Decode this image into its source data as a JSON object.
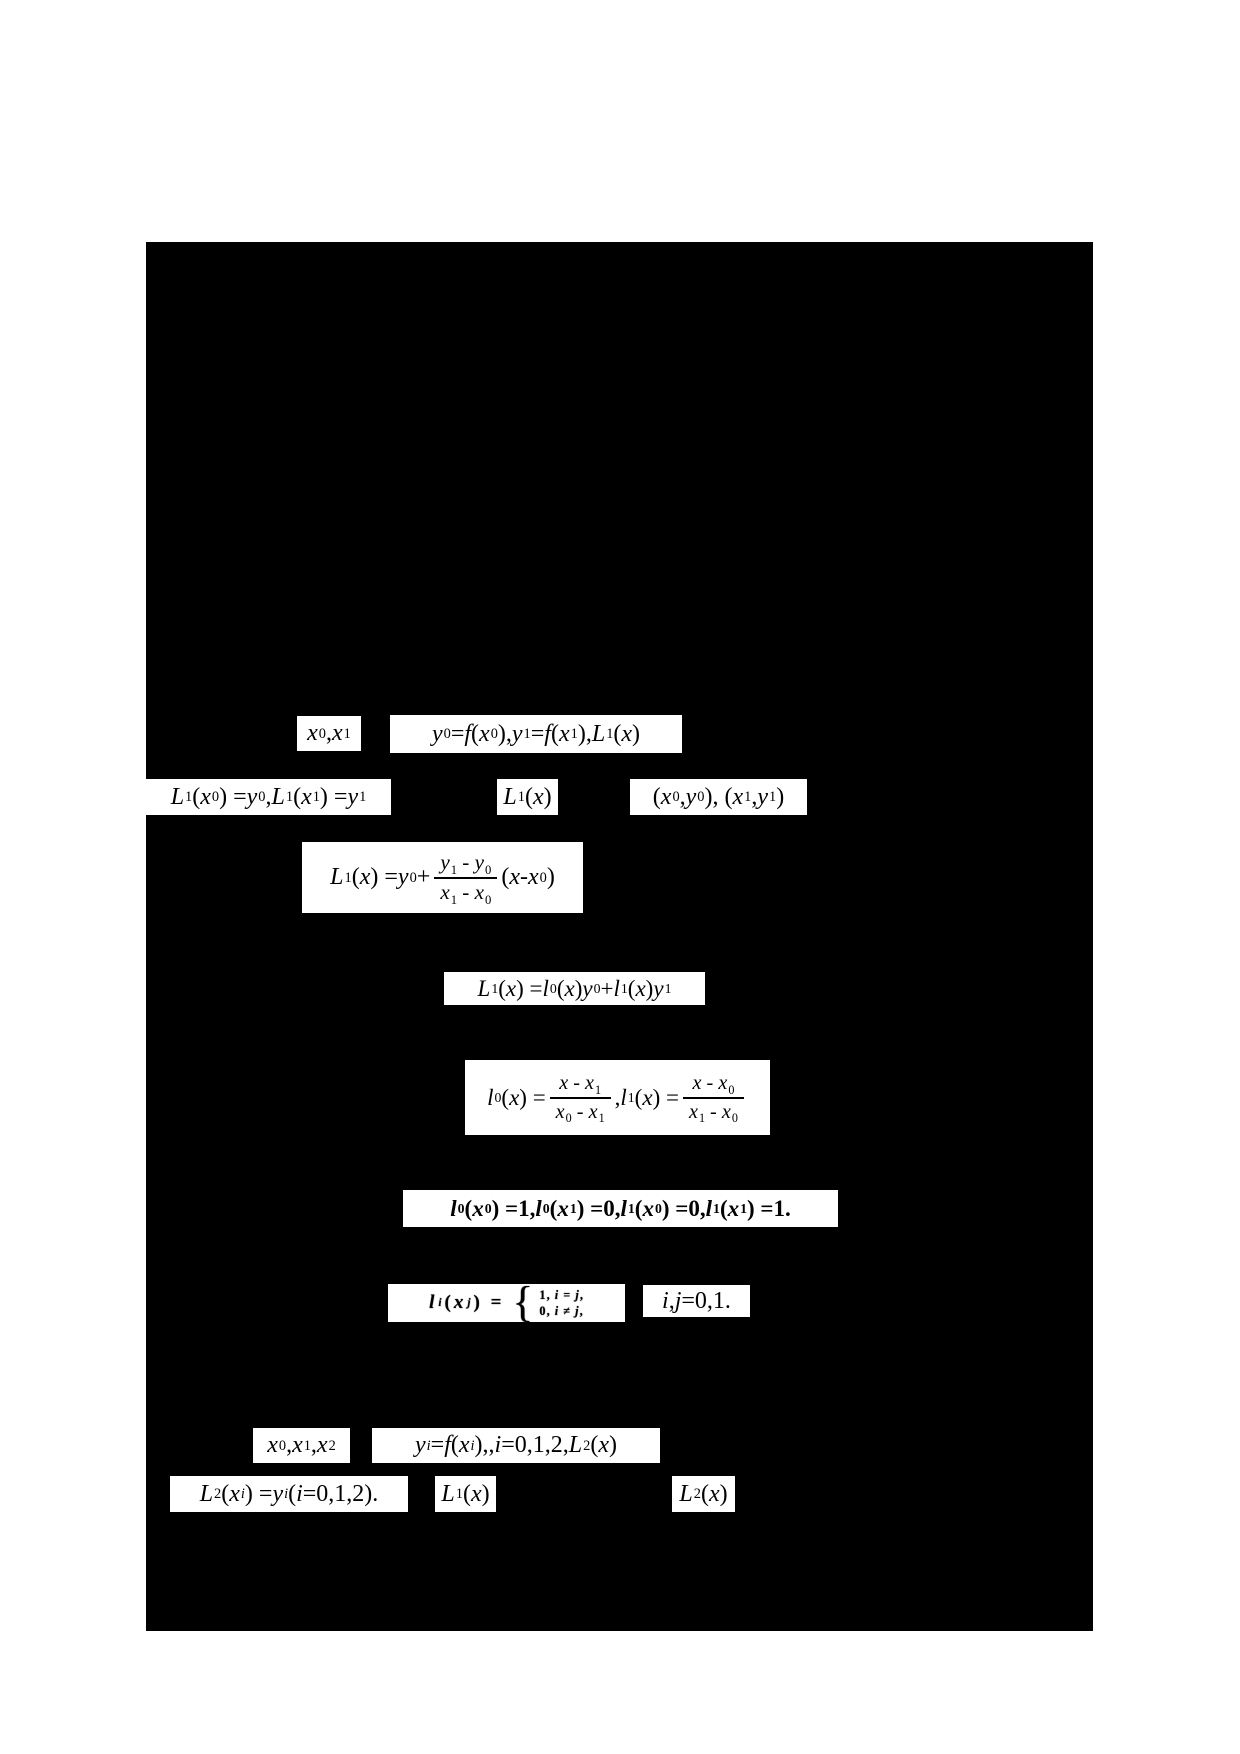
{
  "page": {
    "background_color": "#ffffff",
    "panel_color": "#000000",
    "formula_box_color": "#ffffff",
    "formula_text_color": "#000000"
  },
  "formulas": [
    {
      "name": "interpolation-nodes-x0-x1",
      "tokens": [
        [
          "v",
          "x"
        ],
        [
          "s",
          "0"
        ],
        [
          "t",
          ", "
        ],
        [
          "v",
          "x"
        ],
        [
          "s",
          "1"
        ]
      ]
    },
    {
      "name": "function-values-and-l1",
      "tokens": [
        [
          "v",
          "y"
        ],
        [
          "s",
          "0"
        ],
        [
          "t",
          " ="
        ],
        [
          "v",
          "f"
        ],
        [
          "t",
          "("
        ],
        [
          "v",
          "x"
        ],
        [
          "s",
          "0"
        ],
        [
          "t",
          "), "
        ],
        [
          "v",
          "y"
        ],
        [
          "s",
          "1"
        ],
        [
          "t",
          " ="
        ],
        [
          "v",
          "f"
        ],
        [
          "t",
          "("
        ],
        [
          "v",
          "x"
        ],
        [
          "s",
          "1"
        ],
        [
          "t",
          "), "
        ],
        [
          "v",
          "L"
        ],
        [
          "s",
          "1"
        ],
        [
          "t",
          "("
        ],
        [
          "v",
          "x"
        ],
        [
          "t",
          ")"
        ]
      ]
    },
    {
      "name": "l1-interpolation-conditions",
      "tokens": [
        [
          "v",
          "L"
        ],
        [
          "s",
          "1"
        ],
        [
          "t",
          "("
        ],
        [
          "v",
          "x"
        ],
        [
          "s",
          "0"
        ],
        [
          "t",
          ") = "
        ],
        [
          "v",
          "y"
        ],
        [
          "s",
          "0"
        ],
        [
          "t",
          ", "
        ],
        [
          "v",
          "L"
        ],
        [
          "s",
          "1"
        ],
        [
          "t",
          "("
        ],
        [
          "v",
          "x"
        ],
        [
          "s",
          "1"
        ],
        [
          "t",
          ") = "
        ],
        [
          "v",
          "y"
        ],
        [
          "s",
          "1"
        ]
      ]
    },
    {
      "name": "l1-symbol",
      "tokens": [
        [
          "v",
          "L"
        ],
        [
          "s",
          "1"
        ],
        [
          "t",
          "("
        ],
        [
          "v",
          "x"
        ],
        [
          "t",
          ")"
        ]
      ]
    },
    {
      "name": "data-points",
      "tokens": [
        [
          "t",
          "("
        ],
        [
          "v",
          "x"
        ],
        [
          "s",
          "0"
        ],
        [
          "t",
          ", "
        ],
        [
          "v",
          "y"
        ],
        [
          "s",
          "0"
        ],
        [
          "t",
          "), ("
        ],
        [
          "v",
          "x"
        ],
        [
          "s",
          "1"
        ],
        [
          "t",
          ", "
        ],
        [
          "v",
          "y"
        ],
        [
          "s",
          "1"
        ],
        [
          "t",
          ")"
        ]
      ]
    },
    {
      "name": "l1-point-slope-form",
      "tokens": [
        [
          "v",
          "L"
        ],
        [
          "s",
          "1"
        ],
        [
          "t",
          "("
        ],
        [
          "v",
          "x"
        ],
        [
          "t",
          ") = "
        ],
        [
          "v",
          "y"
        ],
        [
          "s",
          "0"
        ],
        [
          "t",
          " + "
        ],
        [
          "f",
          [
            [
              "v",
              "y"
            ],
            [
              "s",
              "1"
            ],
            [
              "t",
              " - "
            ],
            [
              "v",
              "y"
            ],
            [
              "s",
              "0"
            ]
          ],
          [
            [
              "v",
              "x"
            ],
            [
              "s",
              "1"
            ],
            [
              "t",
              " - "
            ],
            [
              "v",
              "x"
            ],
            [
              "s",
              "0"
            ]
          ]
        ],
        [
          "t",
          "("
        ],
        [
          "v",
          "x"
        ],
        [
          "t",
          " - "
        ],
        [
          "v",
          "x"
        ],
        [
          "s",
          "0"
        ],
        [
          "t",
          ")"
        ]
      ]
    },
    {
      "name": "l1-basis-combination",
      "tokens": [
        [
          "v",
          "L"
        ],
        [
          "s",
          "1"
        ],
        [
          "t",
          "("
        ],
        [
          "v",
          "x"
        ],
        [
          "t",
          ") ="
        ],
        [
          "v",
          "l"
        ],
        [
          "s",
          "0"
        ],
        [
          "t",
          "("
        ],
        [
          "v",
          "x"
        ],
        [
          "t",
          ")"
        ],
        [
          "v",
          "y"
        ],
        [
          "s",
          "0"
        ],
        [
          "t",
          " +"
        ],
        [
          "v",
          "l"
        ],
        [
          "s",
          "1"
        ],
        [
          "t",
          "("
        ],
        [
          "v",
          "x"
        ],
        [
          "t",
          ")"
        ],
        [
          "v",
          "y"
        ],
        [
          "s",
          "1"
        ]
      ]
    },
    {
      "name": "basis-functions-l0-l1",
      "tokens": [
        [
          "v",
          "l"
        ],
        [
          "s",
          "0"
        ],
        [
          "t",
          "("
        ],
        [
          "v",
          "x"
        ],
        [
          "t",
          ") = "
        ],
        [
          "f",
          [
            [
              "v",
              "x"
            ],
            [
              "t",
              " - "
            ],
            [
              "v",
              "x"
            ],
            [
              "s",
              "1"
            ]
          ],
          [
            [
              "v",
              "x"
            ],
            [
              "s",
              "0"
            ],
            [
              "t",
              " - "
            ],
            [
              "v",
              "x"
            ],
            [
              "s",
              "1"
            ]
          ]
        ],
        [
          "t",
          ", "
        ],
        [
          "v",
          "l"
        ],
        [
          "s",
          "1"
        ],
        [
          "t",
          "("
        ],
        [
          "v",
          "x"
        ],
        [
          "t",
          ") = "
        ],
        [
          "f",
          [
            [
              "v",
              "x"
            ],
            [
              "t",
              " - "
            ],
            [
              "v",
              "x"
            ],
            [
              "s",
              "0"
            ]
          ],
          [
            [
              "v",
              "x"
            ],
            [
              "s",
              "1"
            ],
            [
              "t",
              " - "
            ],
            [
              "v",
              "x"
            ],
            [
              "s",
              "0"
            ]
          ]
        ]
      ]
    },
    {
      "name": "basis-values-at-nodes",
      "tokens": [
        [
          "v",
          "l"
        ],
        [
          "s",
          "0"
        ],
        [
          "t",
          "("
        ],
        [
          "v",
          "x"
        ],
        [
          "s",
          "0"
        ],
        [
          "t",
          ") =1, "
        ],
        [
          "v",
          "l"
        ],
        [
          "s",
          "0"
        ],
        [
          "t",
          "("
        ],
        [
          "v",
          "x"
        ],
        [
          "s",
          "1"
        ],
        [
          "t",
          ") =0, "
        ],
        [
          "v",
          "l"
        ],
        [
          "s",
          "1"
        ],
        [
          "t",
          "("
        ],
        [
          "v",
          "x"
        ],
        [
          "s",
          "0"
        ],
        [
          "t",
          ") =0, "
        ],
        [
          "v",
          "l"
        ],
        [
          "s",
          "1"
        ],
        [
          "t",
          "("
        ],
        [
          "v",
          "x"
        ],
        [
          "s",
          "1"
        ],
        [
          "t",
          ") =1."
        ]
      ]
    },
    {
      "name": "kronecker-delta-cases",
      "tokens": [
        [
          "v",
          "l"
        ],
        [
          "s",
          "i"
        ],
        [
          "t",
          "("
        ],
        [
          "v",
          "x"
        ],
        [
          "s",
          "j"
        ],
        [
          "t",
          ") = "
        ],
        [
          "c",
          [
            [
              "t",
              "1, "
            ],
            [
              "v",
              "i"
            ],
            [
              "t",
              " = "
            ],
            [
              "v",
              "j"
            ],
            [
              "t",
              ","
            ]
          ],
          [
            [
              "t",
              "0, "
            ],
            [
              "v",
              "i"
            ],
            [
              "t",
              " ≠ "
            ],
            [
              "v",
              "j"
            ],
            [
              "t",
              ","
            ]
          ]
        ]
      ]
    },
    {
      "name": "index-range",
      "tokens": [
        [
          "v",
          "i"
        ],
        [
          "t",
          ", "
        ],
        [
          "v",
          "j"
        ],
        [
          "t",
          " =0,1."
        ]
      ]
    },
    {
      "name": "interpolation-nodes-x0-x1-x2",
      "tokens": [
        [
          "v",
          "x"
        ],
        [
          "s",
          "0"
        ],
        [
          "t",
          ", "
        ],
        [
          "v",
          "x"
        ],
        [
          "s",
          "1"
        ],
        [
          "t",
          ", "
        ],
        [
          "v",
          "x"
        ],
        [
          "s",
          "2"
        ]
      ]
    },
    {
      "name": "function-values-and-l2",
      "tokens": [
        [
          "v",
          "y"
        ],
        [
          "s",
          "i"
        ],
        [
          "t",
          " ="
        ],
        [
          "v",
          "f"
        ],
        [
          "t",
          "("
        ],
        [
          "v",
          "x"
        ],
        [
          "s",
          "i"
        ],
        [
          "t",
          "),, "
        ],
        [
          "v",
          "i"
        ],
        [
          "t",
          " =0,1,2, "
        ],
        [
          "v",
          "L"
        ],
        [
          "s",
          "2"
        ],
        [
          "t",
          "("
        ],
        [
          "v",
          "x"
        ],
        [
          "t",
          ")"
        ]
      ]
    },
    {
      "name": "l2-interpolation-conditions",
      "tokens": [
        [
          "v",
          "L"
        ],
        [
          "s",
          "2"
        ],
        [
          "t",
          "("
        ],
        [
          "v",
          "x"
        ],
        [
          "s",
          "i"
        ],
        [
          "t",
          ") = "
        ],
        [
          "v",
          "y"
        ],
        [
          "s",
          "i"
        ],
        [
          "t",
          "("
        ],
        [
          "v",
          "i"
        ],
        [
          "t",
          " =0,1,2)."
        ]
      ]
    },
    {
      "name": "l1-symbol-reference",
      "tokens": [
        [
          "v",
          "L"
        ],
        [
          "s",
          "1"
        ],
        [
          "t",
          "("
        ],
        [
          "v",
          "x"
        ],
        [
          "t",
          ")"
        ]
      ]
    },
    {
      "name": "l2-symbol-reference",
      "tokens": [
        [
          "v",
          "L"
        ],
        [
          "s",
          "2"
        ],
        [
          "t",
          "("
        ],
        [
          "v",
          "x"
        ],
        [
          "t",
          ")"
        ]
      ]
    }
  ]
}
